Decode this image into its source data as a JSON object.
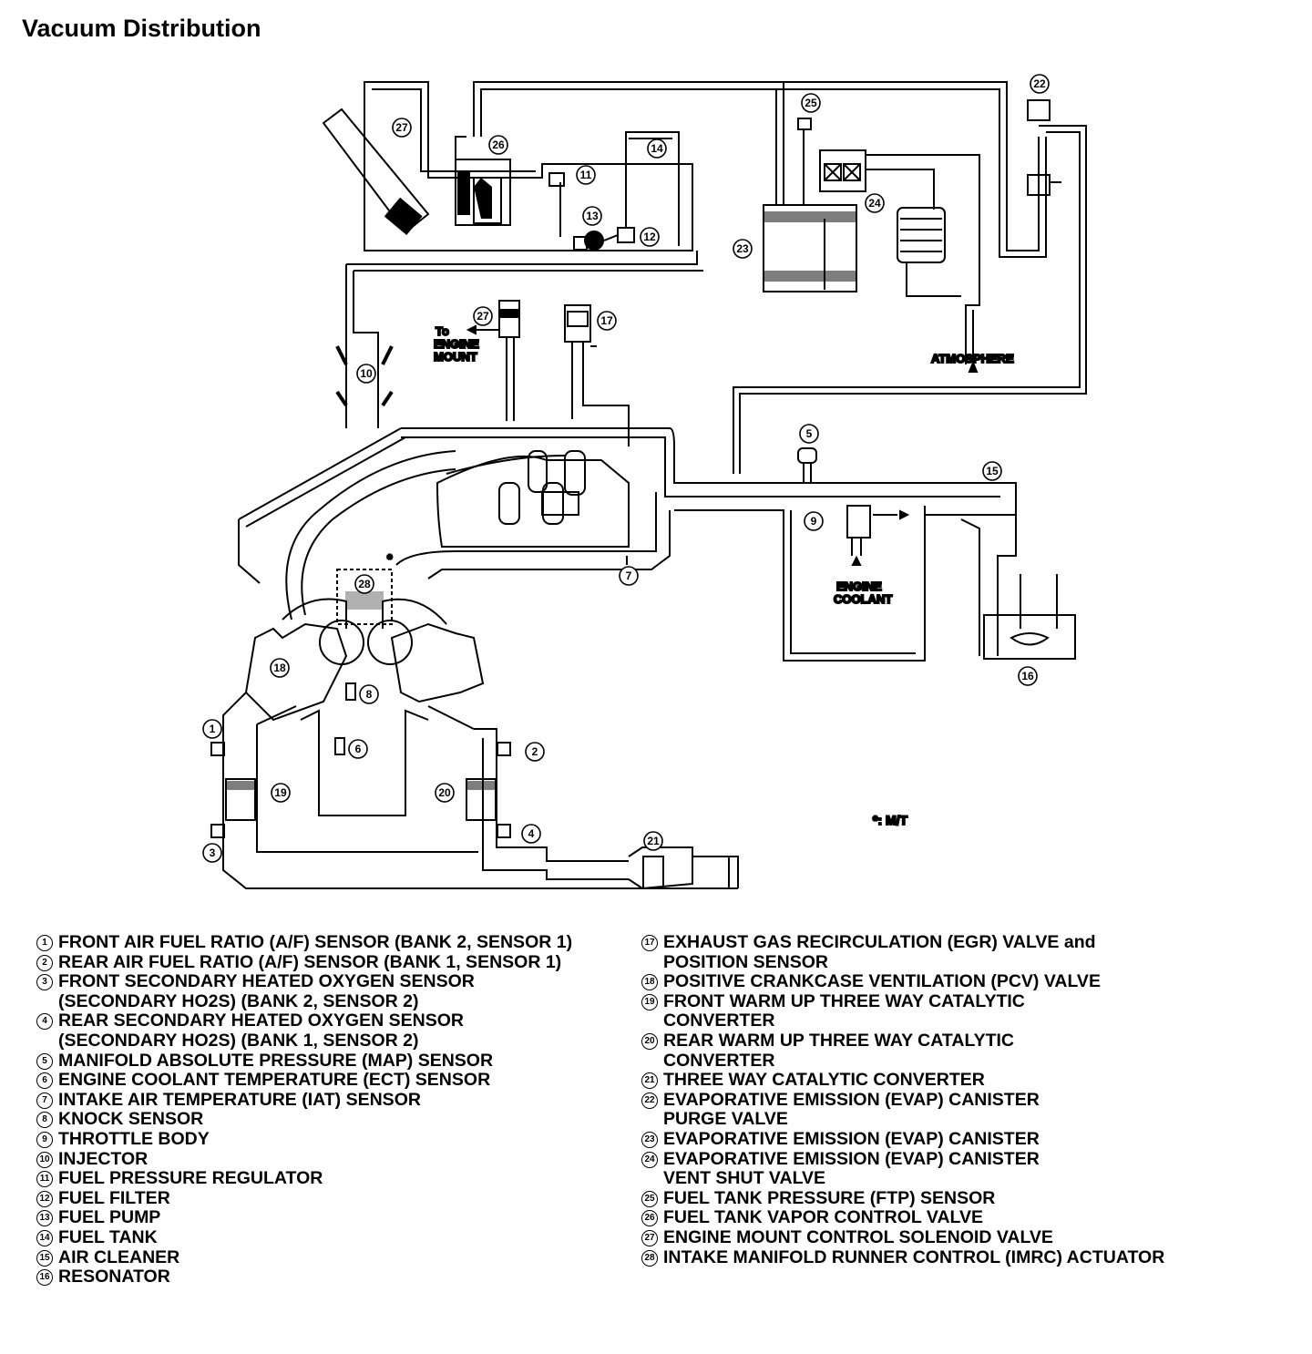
{
  "title": "Vacuum Distribution",
  "diagram_labels": {
    "to_engine_mount": "To\nENGINE\nMOUNT",
    "atmosphere": "ATMOSPHERE",
    "engine_coolant": "ENGINE\nCOOLANT",
    "mt_note": "*: M/T",
    "asterisk": "*"
  },
  "callouts": [
    "1",
    "2",
    "3",
    "4",
    "5",
    "6",
    "7",
    "8",
    "9",
    "10",
    "11",
    "12",
    "13",
    "14",
    "15",
    "16",
    "17",
    "18",
    "19",
    "20",
    "21",
    "22",
    "23",
    "24",
    "25",
    "26",
    "27",
    "28"
  ],
  "legend_left": [
    {
      "n": "1",
      "text": "FRONT AIR FUEL RATIO (A/F) SENSOR (BANK 2, SENSOR 1)"
    },
    {
      "n": "2",
      "text": "REAR AIR FUEL RATIO (A/F) SENSOR (BANK 1, SENSOR 1)"
    },
    {
      "n": "3",
      "text": "FRONT SECONDARY HEATED OXYGEN SENSOR\n(SECONDARY HO2S) (BANK 2, SENSOR 2)"
    },
    {
      "n": "4",
      "text": "REAR SECONDARY HEATED OXYGEN SENSOR\n(SECONDARY HO2S) (BANK 1, SENSOR 2)"
    },
    {
      "n": "5",
      "text": "MANIFOLD ABSOLUTE PRESSURE (MAP) SENSOR"
    },
    {
      "n": "6",
      "text": "ENGINE COOLANT TEMPERATURE (ECT) SENSOR"
    },
    {
      "n": "7",
      "text": "INTAKE AIR TEMPERATURE (IAT) SENSOR"
    },
    {
      "n": "8",
      "text": "KNOCK SENSOR"
    },
    {
      "n": "9",
      "text": "THROTTLE BODY"
    },
    {
      "n": "10",
      "text": "INJECTOR"
    },
    {
      "n": "11",
      "text": "FUEL PRESSURE REGULATOR"
    },
    {
      "n": "12",
      "text": "FUEL FILTER"
    },
    {
      "n": "13",
      "text": "FUEL PUMP"
    },
    {
      "n": "14",
      "text": "FUEL TANK"
    },
    {
      "n": "15",
      "text": "AIR CLEANER"
    },
    {
      "n": "16",
      "text": "RESONATOR"
    }
  ],
  "legend_right": [
    {
      "n": "17",
      "text": "EXHAUST GAS RECIRCULATION (EGR) VALVE and\nPOSITION SENSOR"
    },
    {
      "n": "18",
      "text": "POSITIVE CRANKCASE VENTILATION (PCV) VALVE"
    },
    {
      "n": "19",
      "text": "FRONT WARM UP THREE WAY CATALYTIC\nCONVERTER"
    },
    {
      "n": "20",
      "text": "REAR WARM UP THREE WAY CATALYTIC\nCONVERTER"
    },
    {
      "n": "21",
      "text": "THREE WAY CATALYTIC CONVERTER"
    },
    {
      "n": "22",
      "text": "EVAPORATIVE EMISSION (EVAP) CANISTER\nPURGE VALVE"
    },
    {
      "n": "23",
      "text": "EVAPORATIVE EMISSION (EVAP) CANISTER"
    },
    {
      "n": "24",
      "text": "EVAPORATIVE EMISSION (EVAP) CANISTER\nVENT SHUT VALVE"
    },
    {
      "n": "25",
      "text": "FUEL TANK PRESSURE (FTP) SENSOR"
    },
    {
      "n": "26",
      "text": "FUEL TANK VAPOR CONTROL VALVE"
    },
    {
      "n": "27",
      "text": "ENGINE MOUNT CONTROL SOLENOID VALVE"
    },
    {
      "n": "28",
      "text": "INTAKE MANIFOLD RUNNER CONTROL (IMRC) ACTUATOR"
    }
  ]
}
